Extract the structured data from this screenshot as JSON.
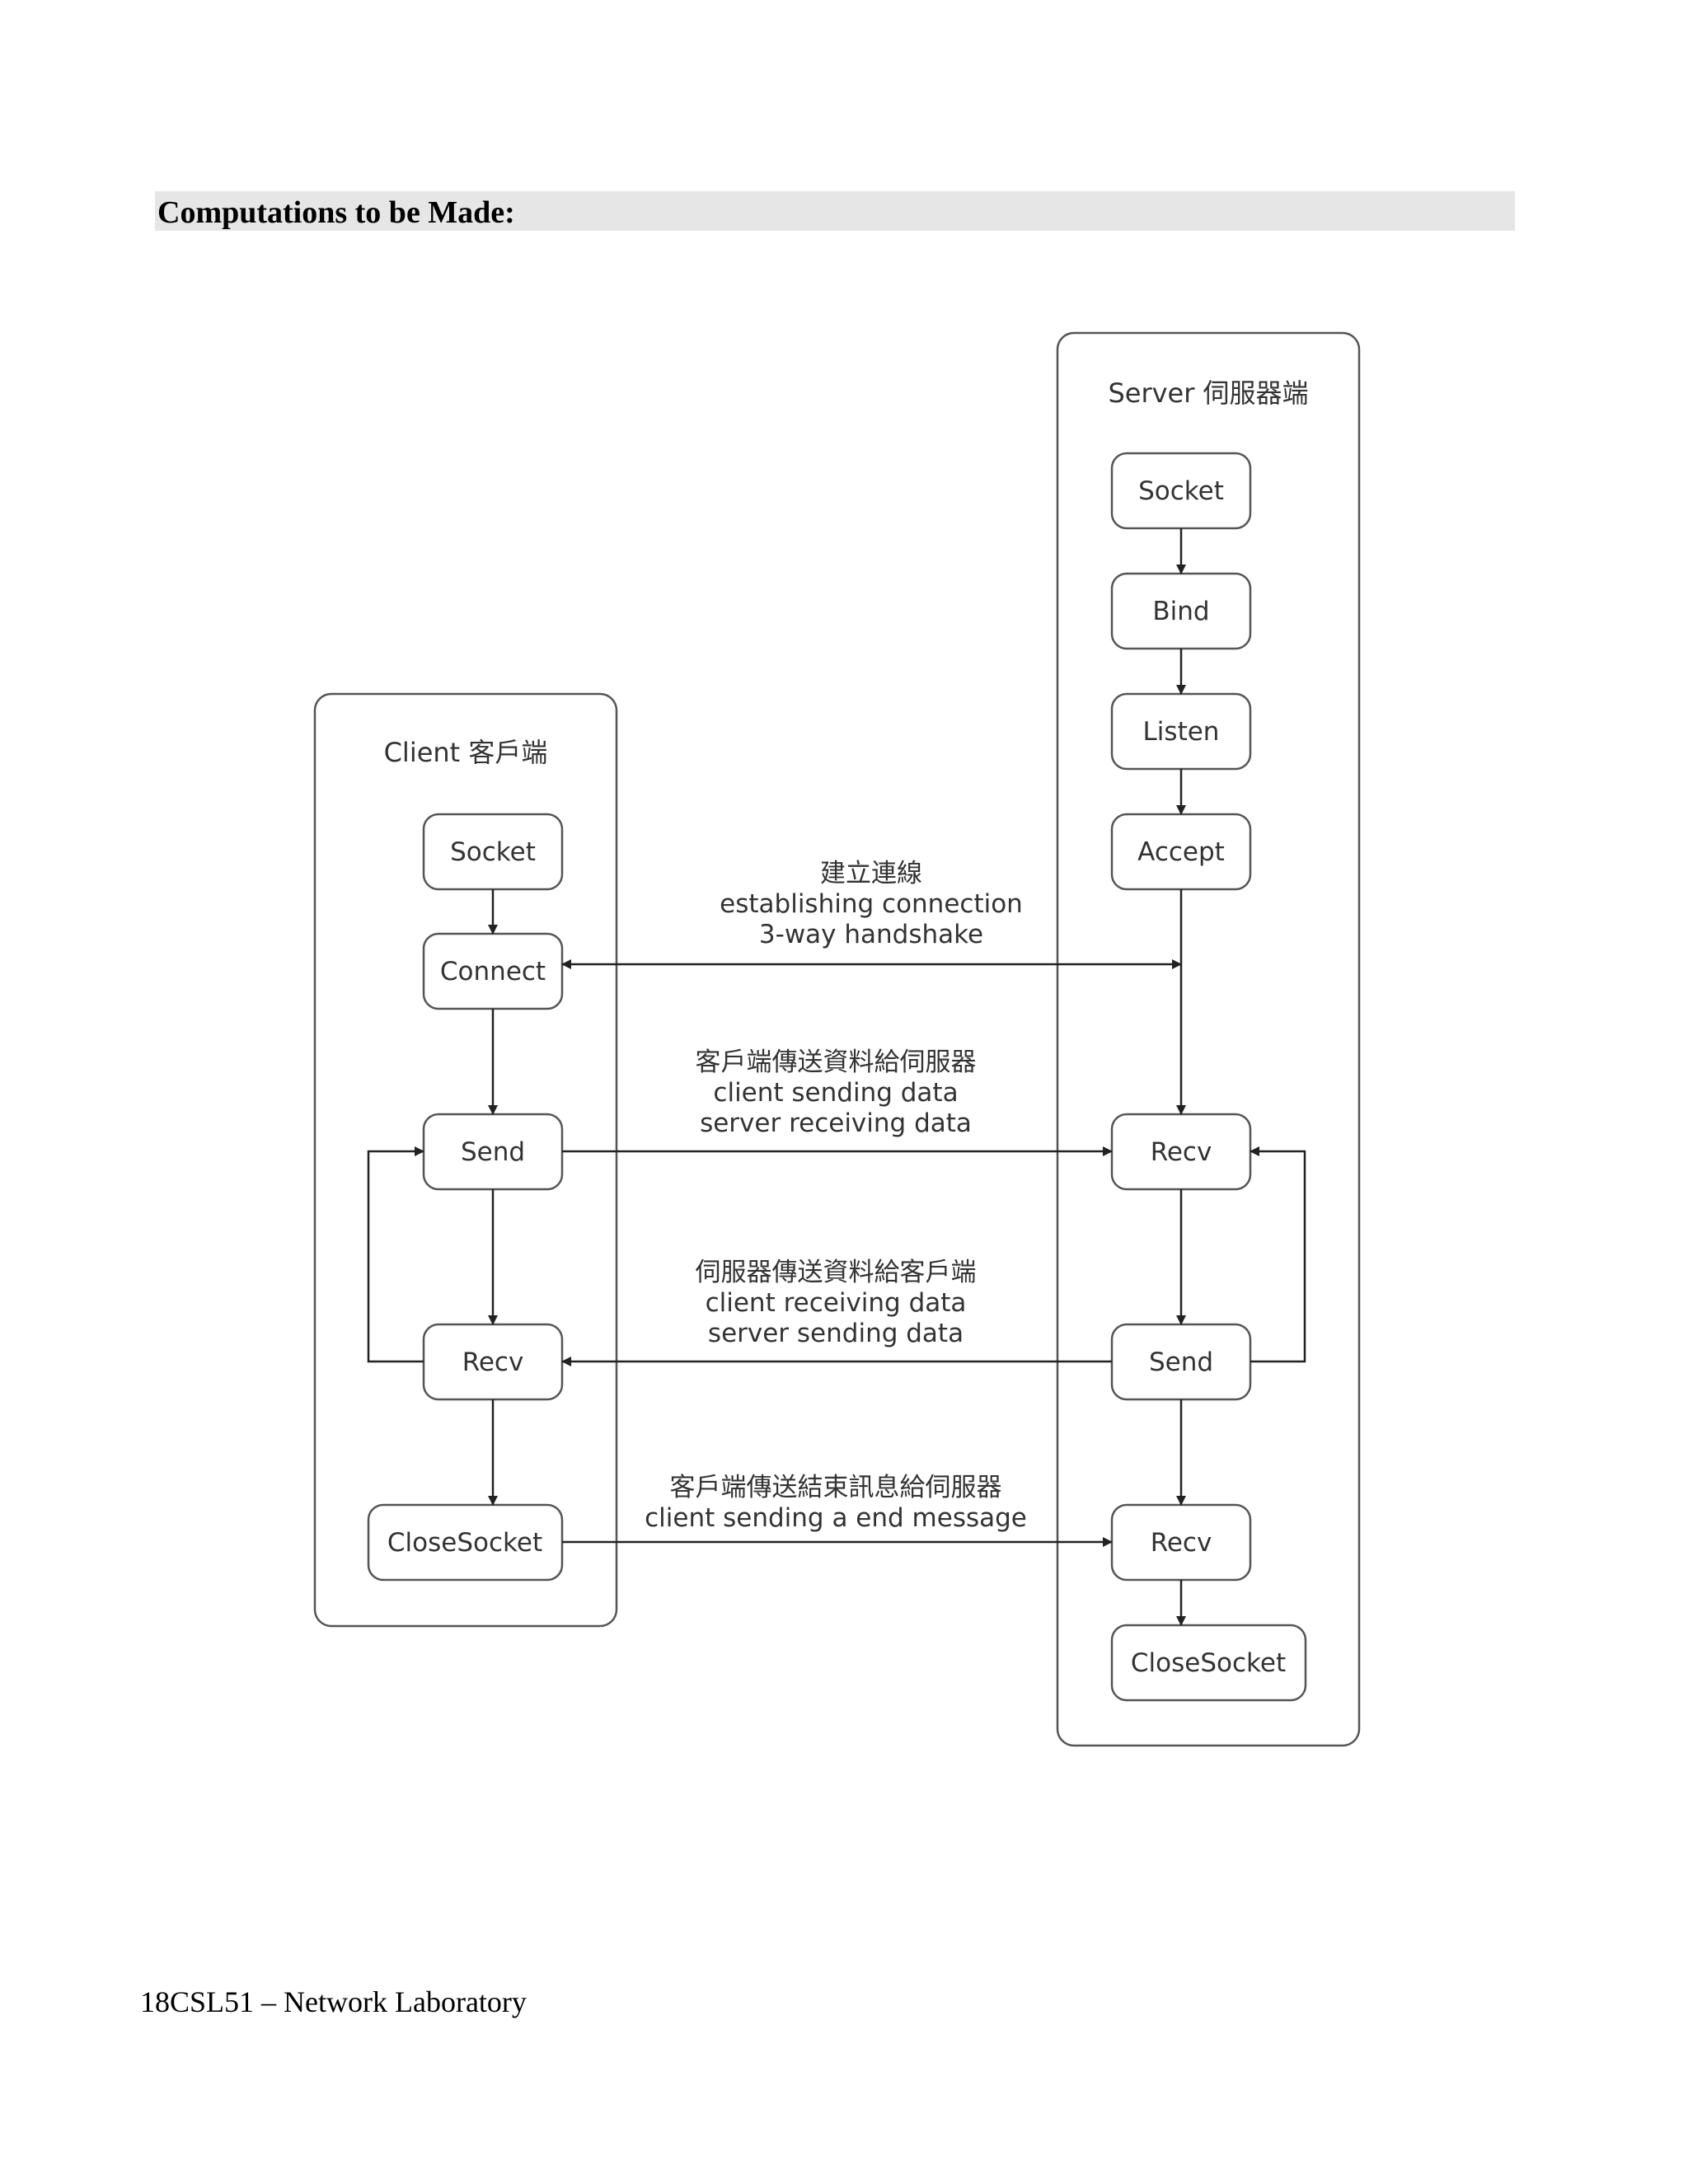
{
  "heading": "Computations to be Made:",
  "footer": "18CSL51 – Network Laboratory",
  "diagram": {
    "client_title": "Client 客戶端",
    "server_title": "Server 伺服器端",
    "client_nodes": [
      "Socket",
      "Connect",
      "Send",
      "Recv",
      "CloseSocket"
    ],
    "server_nodes": [
      "Socket",
      "Bind",
      "Listen",
      "Accept",
      "Recv",
      "Send",
      "Recv",
      "CloseSocket"
    ],
    "labels": {
      "connect_zh": "建立連線",
      "connect_line1": "establishing connection",
      "connect_line2": "3-way handshake",
      "send_zh": "客戶端傳送資料給伺服器",
      "send_line1": "client sending data",
      "send_line2": "server receiving data",
      "recv_zh": "伺服器傳送資料給客戶端",
      "recv_line1": "client receiving data",
      "recv_line2": "server sending data",
      "end_zh": "客戶端傳送結束訊息給伺服器",
      "end_line1": "client sending a end message"
    }
  }
}
